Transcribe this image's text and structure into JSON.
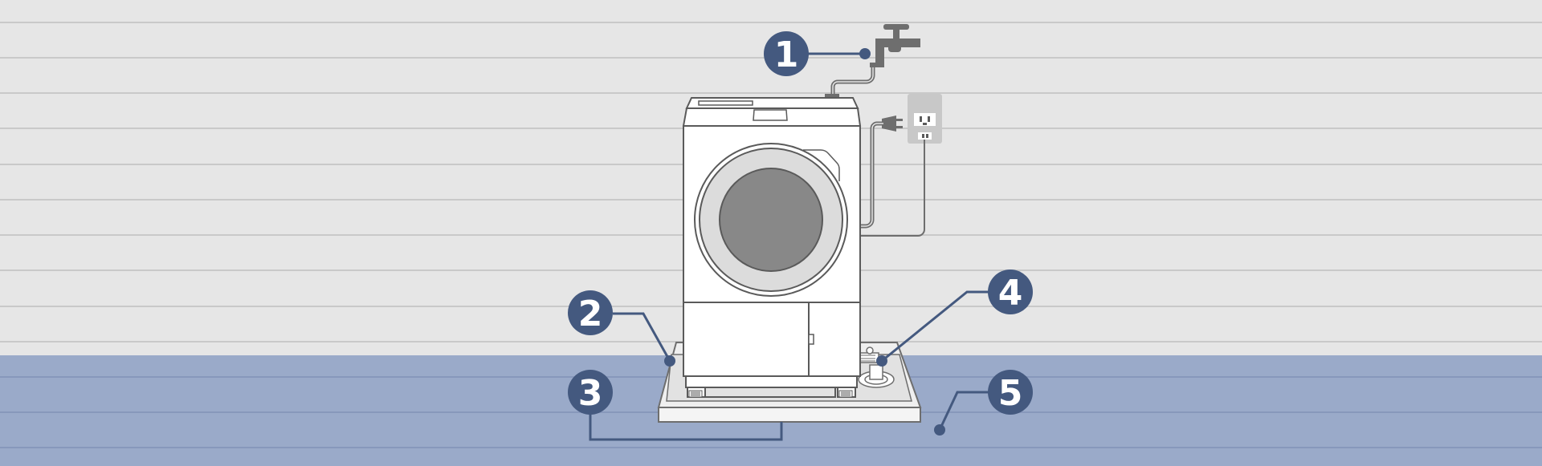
{
  "colors": {
    "wall": "#e6e6e6",
    "wall_line": "#c9c9c9",
    "floor": "#9aaac9",
    "floor_line": "#8798bb",
    "callout": "#44597f",
    "machine_stroke": "#5a5a5a",
    "machine_fill": "#ffffff",
    "drum_fill": "#888888",
    "door_ring": "#dcdcdc",
    "faucet": "#6e6e6e",
    "outlet_plate": "#c8c8c8",
    "tray_fill": "#efefef"
  },
  "icons": {
    "faucet": "water-faucet-icon",
    "outlet": "power-outlet-icon",
    "plug": "power-plug-icon"
  },
  "callouts": [
    {
      "id": "1",
      "label": "1"
    },
    {
      "id": "2",
      "label": "2"
    },
    {
      "id": "3",
      "label": "3"
    },
    {
      "id": "4",
      "label": "4"
    },
    {
      "id": "5",
      "label": "5"
    }
  ]
}
